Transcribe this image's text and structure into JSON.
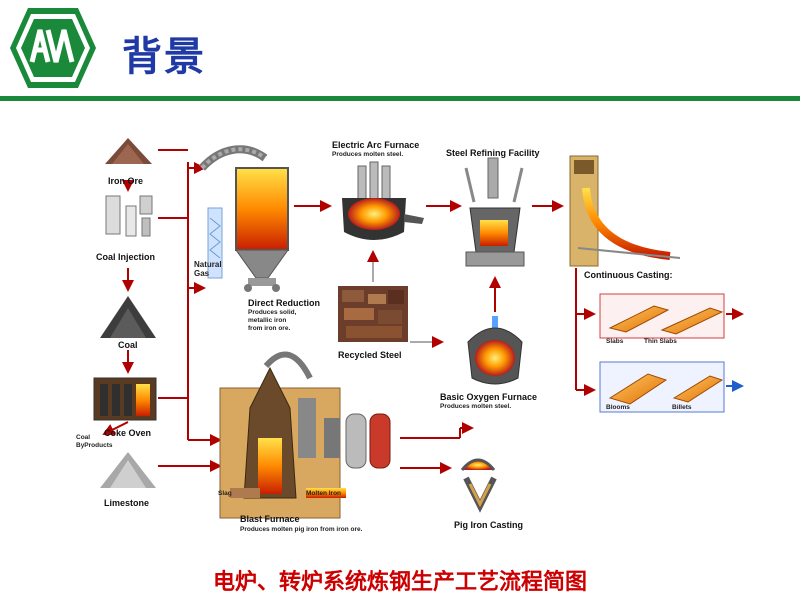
{
  "header": {
    "title": "背景"
  },
  "diagram": {
    "labels": {
      "iron_ore": "Iron Ore",
      "coal_injection": "Coal Injection",
      "coal": "Coal",
      "coke_oven": "Coke Oven",
      "coal_byproducts": "Coal\nByProducts",
      "limestone": "Limestone",
      "natural_gas": "Natural\nGas",
      "direct_reduction": "Direct Reduction",
      "direct_reduction_note": "Produces solid,\nmetallic iron\nfrom iron ore.",
      "eaf": "Electric Arc Furnace",
      "eaf_note": "Produces molten steel.",
      "recycled_steel": "Recycled Steel",
      "refining": "Steel Refining Facility",
      "continuous_casting": "Continuous Casting:",
      "slabs": "Slabs",
      "thin_slabs": "Thin Slabs",
      "blooms": "Blooms",
      "billets": "Billets",
      "bof": "Basic Oxygen Furnace",
      "bof_note": "Produces molten steel.",
      "blast_furnace": "Blast Furnace",
      "blast_furnace_note": "Produces molten pig iron from iron ore.",
      "slag": "Slag",
      "molten_iron": "Molten Iron",
      "pig_iron_casting": "Pig Iron Casting"
    }
  },
  "footer": {
    "caption": "电炉、转炉系统炼钢生产工艺流程简图"
  },
  "colors": {
    "title": "#1f3aa5",
    "rule": "#1a8a3a",
    "caption": "#cc0000",
    "arrow": "#b00000"
  }
}
